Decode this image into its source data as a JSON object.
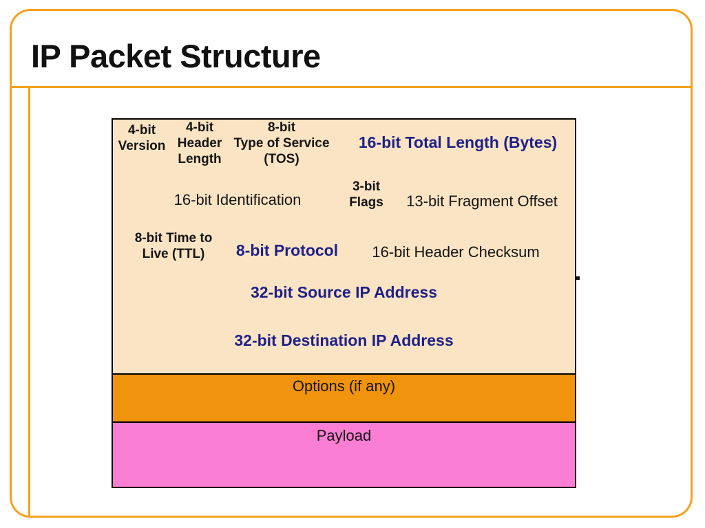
{
  "title": "IP Packet Structure",
  "diagram": {
    "version": "4-bit\nVersion",
    "header_length": "4-bit\nHeader\nLength",
    "tos": "8-bit\nType of Service\n(TOS)",
    "total_length": "16-bit Total Length (Bytes)",
    "identification": "16-bit Identification",
    "flags": "3-bit\nFlags",
    "fragment_offset": "13-bit Fragment Offset",
    "ttl": "8-bit Time to\nLive (TTL)",
    "protocol": "8-bit Protocol",
    "header_checksum": "16-bit Header Checksum",
    "source_ip": "32-bit Source IP Address",
    "destination_ip": "32-bit Destination IP Address",
    "options": "Options (if any)",
    "payload": "Payload"
  },
  "colors": {
    "frame": "#F6A11E",
    "header_bg": "#FAE4C3",
    "options_bg": "#F0930D",
    "payload_bg": "#FA7ED3",
    "emphasis_text": "#1F2088",
    "text": "#141414",
    "table_border": "#000000"
  }
}
